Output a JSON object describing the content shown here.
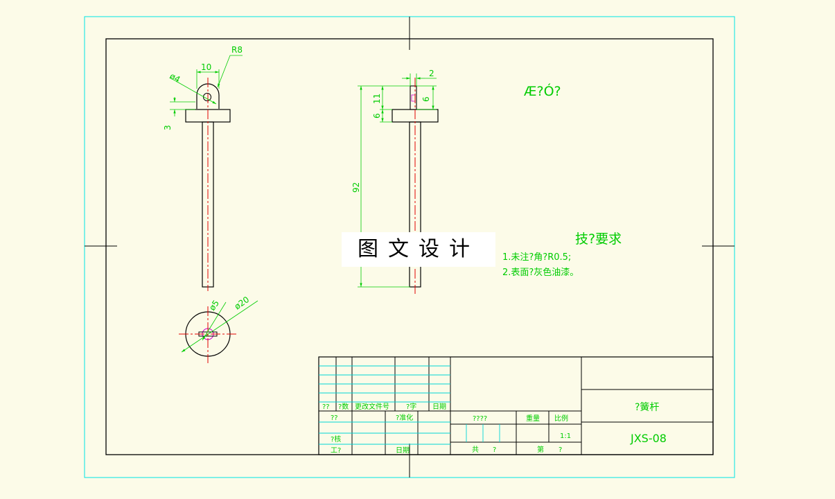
{
  "colors": {
    "background": "#fcfbe8",
    "outline": "#000000",
    "dimension": "#00cc00",
    "centerline": "#e00000",
    "border": "#00e5e5",
    "hole": "#cc00cc"
  },
  "dimensions": {
    "phi4": "ø4",
    "w10": "10",
    "r8": "R8",
    "h3": "3",
    "w2": "2",
    "h11": "11",
    "h6a": "6",
    "h6b": "6",
    "h92": "92",
    "phi5": "ø5",
    "phi20": "ø20"
  },
  "notes": {
    "label_top": "Æ?Ó?",
    "tech_title": "技?要求",
    "item1": "1.未注?角?R0.5;",
    "item2": "2.表面?灰色油漆。"
  },
  "watermark": "图文设计",
  "title_block": {
    "col_labels": [
      "??",
      "?数",
      "更改文件号",
      "?字",
      "日期"
    ],
    "left_rows": [
      "??",
      "?准化",
      "?核",
      "工?",
      "日期"
    ],
    "mid_header": "????",
    "weight": "重量",
    "scale_label": "比例",
    "scale": "1:1",
    "total": "共",
    "total_val": "?",
    "sheet": "第",
    "sheet_val": "?",
    "part_name": "?簧杆",
    "part_code": "JXS-08"
  }
}
